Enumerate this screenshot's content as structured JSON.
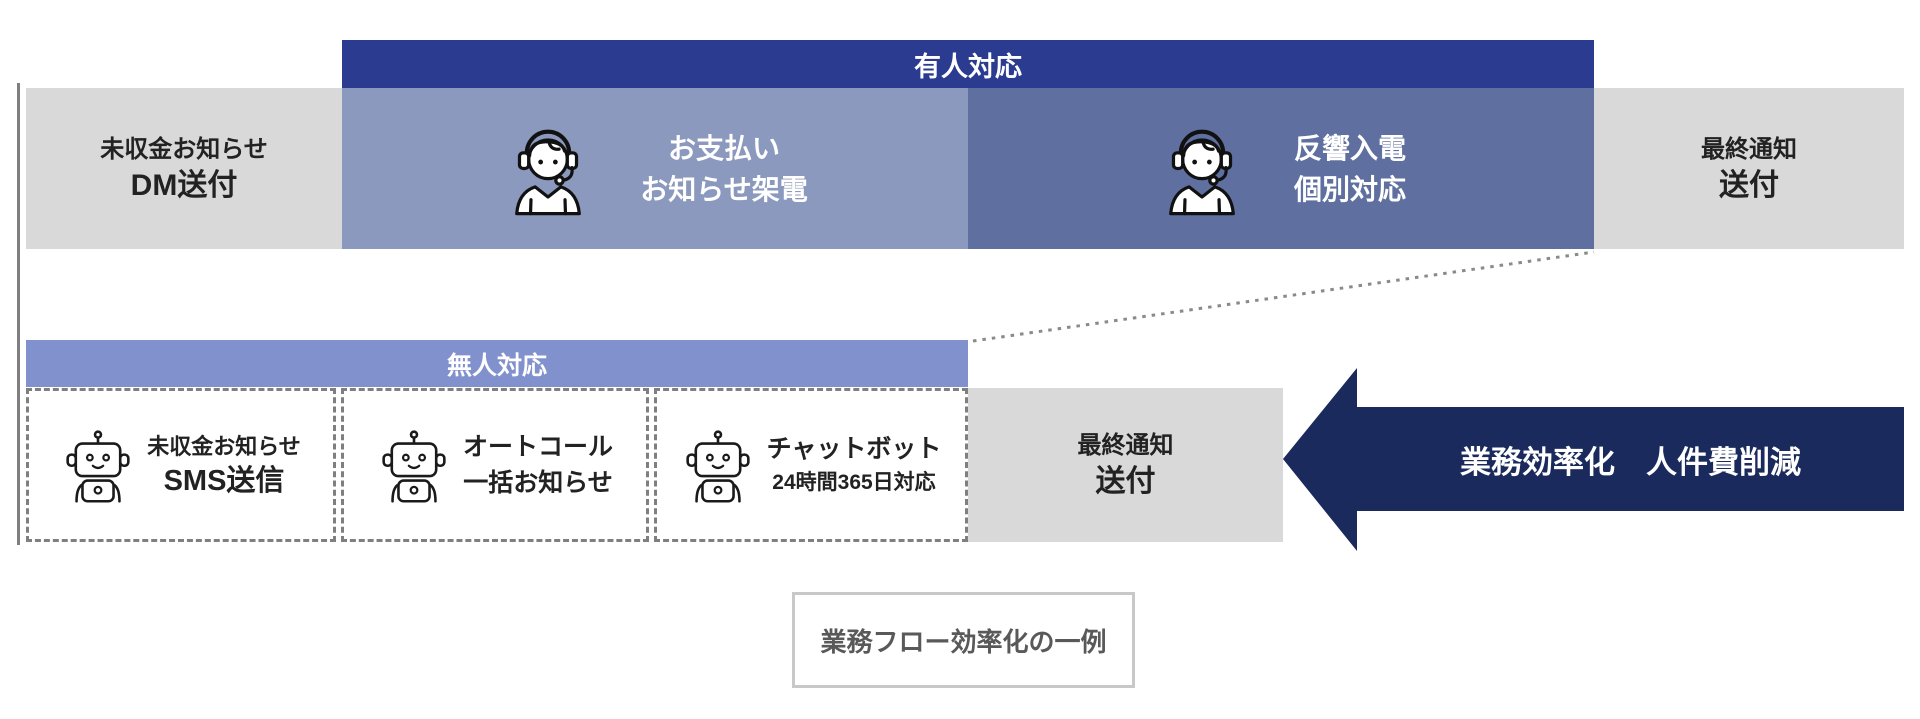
{
  "colors": {
    "manned_header_blue": "#2A3B90",
    "manned_call_box_blue": "#8C99BE",
    "manned_response_box_blue": "#5F6FA0",
    "unmanned_header_periwinkle": "#8191CE",
    "gray_box": "#D9D9D9",
    "arrow_navy": "#1B2A5C",
    "dashed_border_gray": "#7F7F7F"
  },
  "manned_flow": {
    "header": "有人対応",
    "dm_box": {
      "line1": "未収金お知らせ",
      "line2": "DM送付"
    },
    "call_box": {
      "line1": "お支払い",
      "line2": "お知らせ架電"
    },
    "response_box": {
      "line1": "反響入電",
      "line2": "個別対応"
    },
    "final_box": {
      "line1": "最終通知",
      "line2": "送付"
    }
  },
  "unmanned_flow": {
    "header": "無人対応",
    "sms_box": {
      "line1": "未収金お知らせ",
      "line2": "SMS送信"
    },
    "autocall_box": {
      "line1": "オートコール",
      "line2": "一括お知らせ"
    },
    "chatbot_box": {
      "line1": "チャットボット",
      "line2": "24時間365日対応"
    },
    "final_box": {
      "line1": "最終通知",
      "line2": "送付"
    }
  },
  "arrow": {
    "label": "業務効率化　人件費削減"
  },
  "caption": {
    "label": "業務フロー効率化の一例"
  },
  "icons": {
    "operator": "call-operator-icon",
    "robot": "robot-icon"
  }
}
